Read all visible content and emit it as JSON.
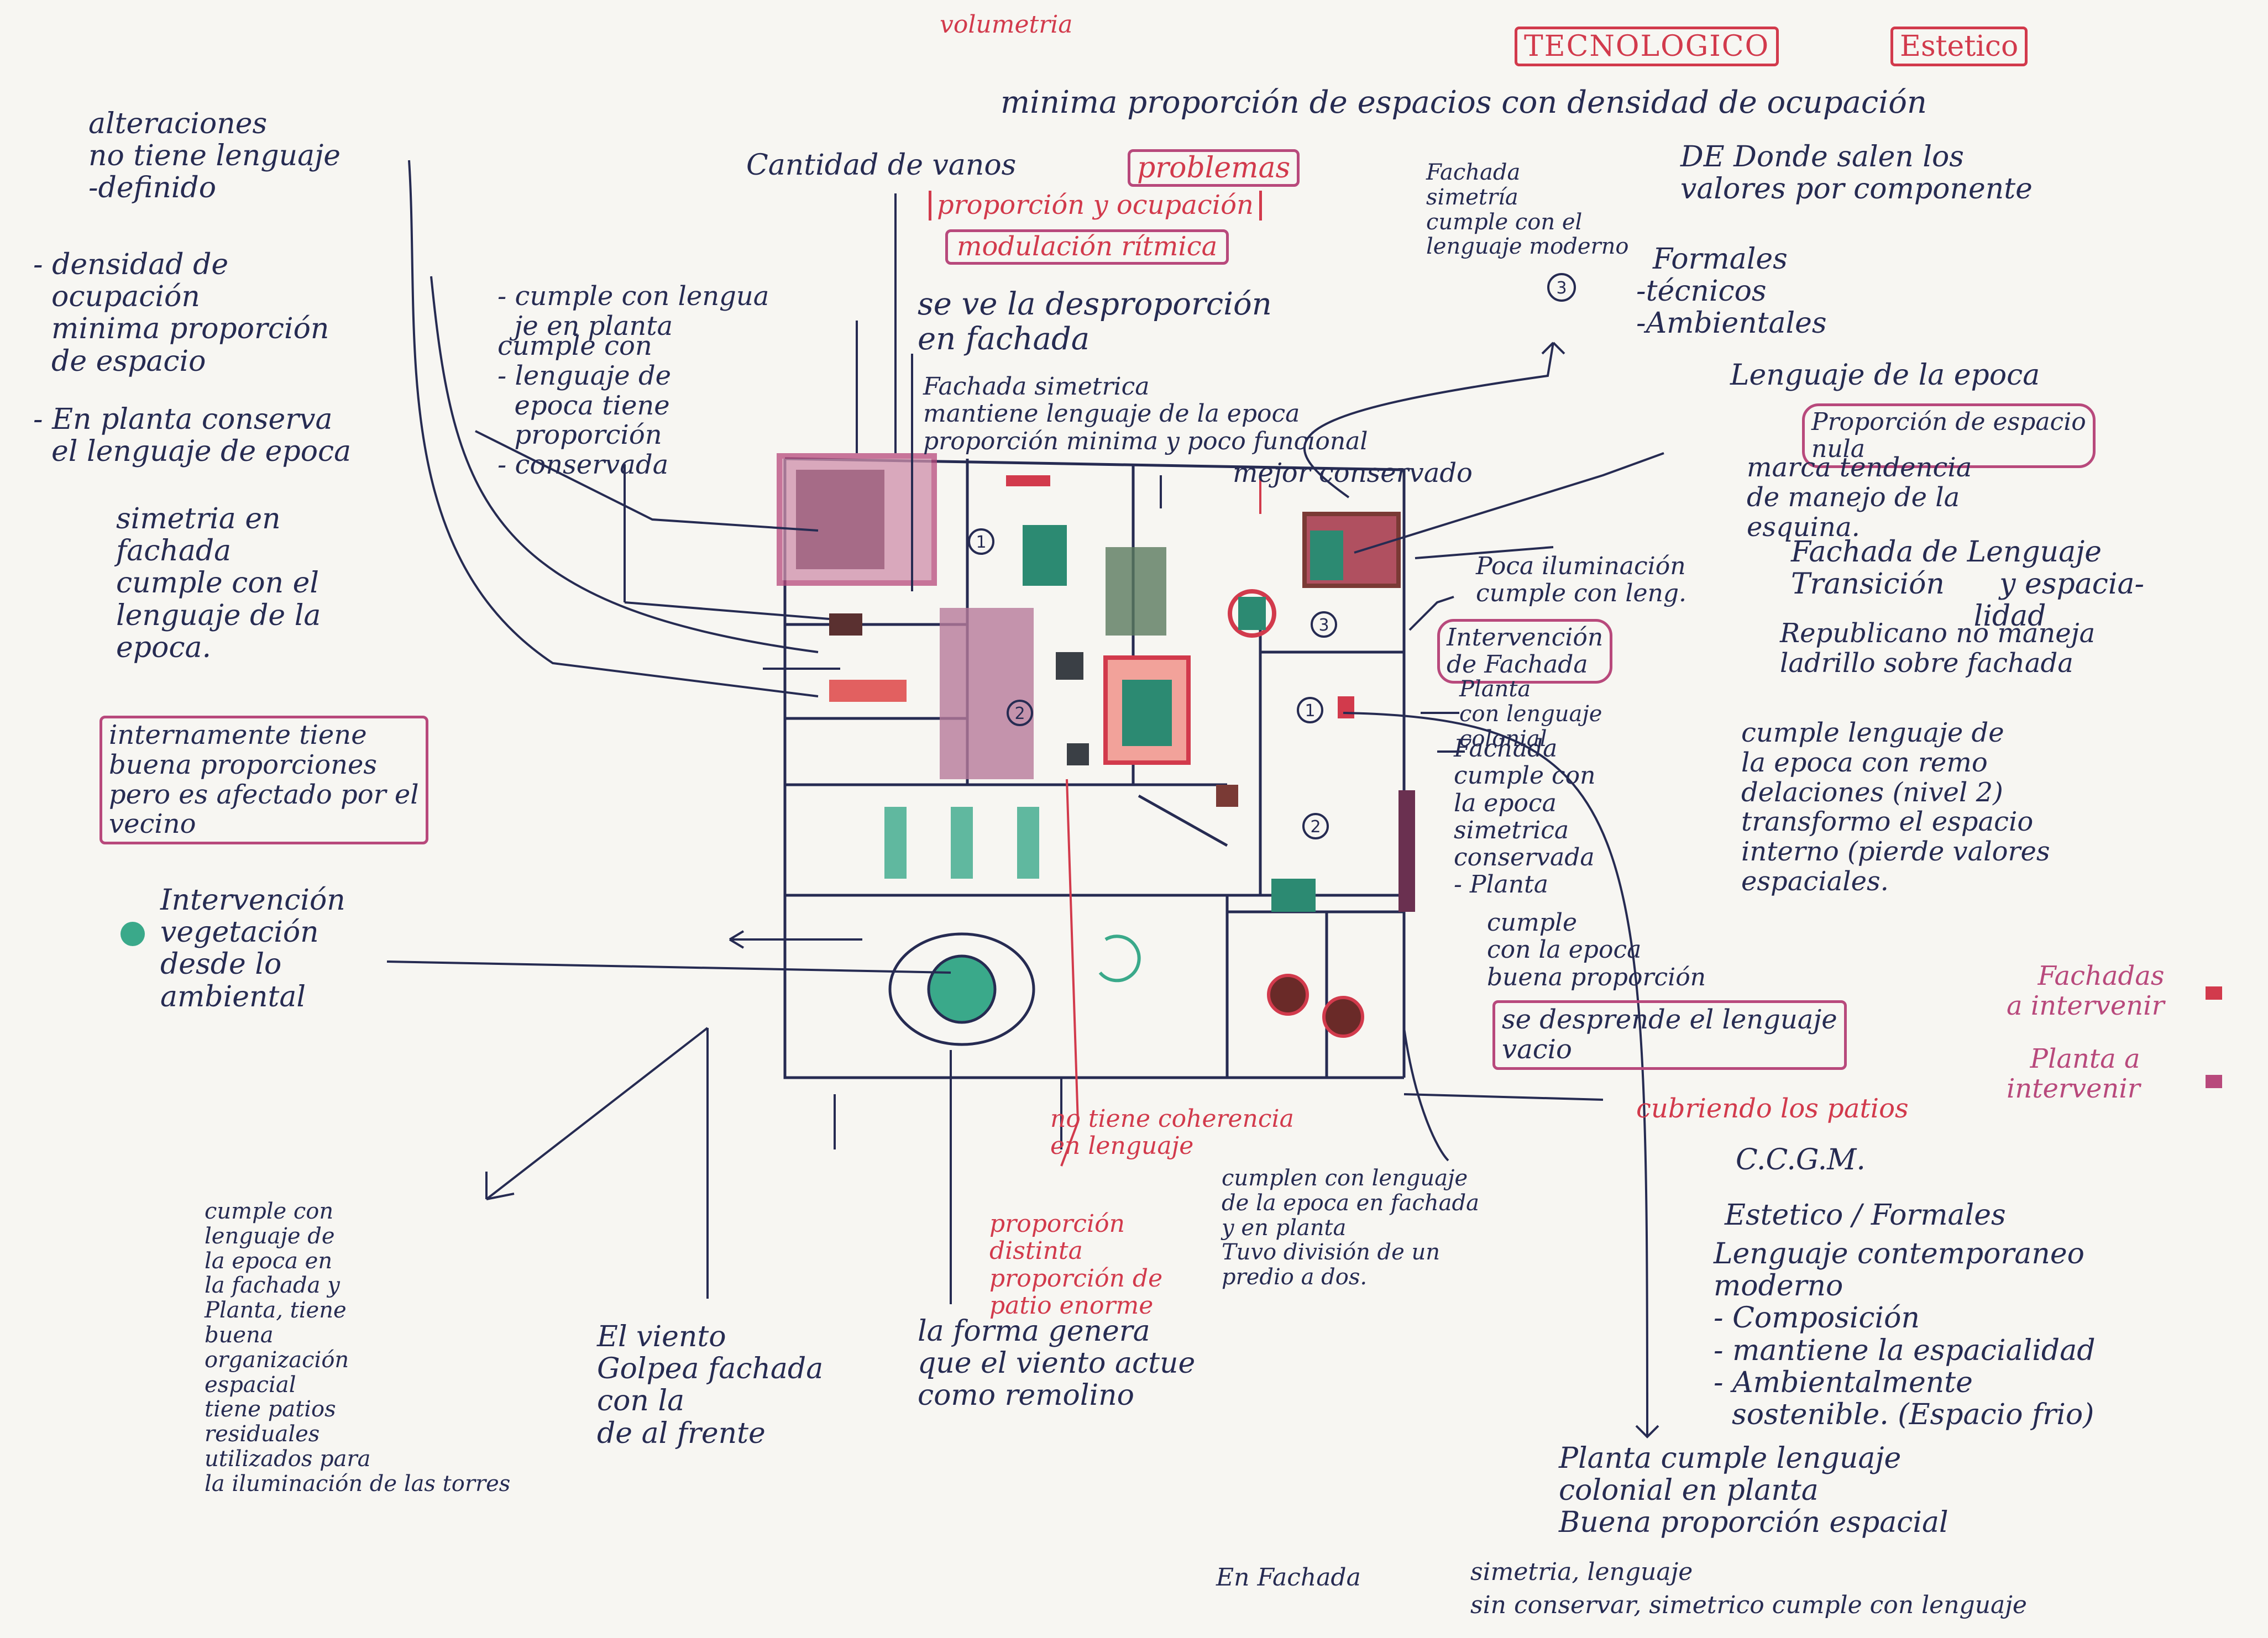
{
  "header": {
    "top_word": "volumetria",
    "tag_left": "TECNOLOGICO",
    "tag_right": "Estetico",
    "top_line": "minima proporción de espacios con densidad de ocupación",
    "values_q": "DE Donde salen los\nvalores por componente"
  },
  "categories": [
    "Formales",
    "-técnicos",
    "-Ambientales"
  ],
  "center_top": {
    "vanos": "Cantidad de vanos",
    "problemas": "problemas",
    "proporcion": "proporción y ocupación",
    "modulacion": "modulación rítmica",
    "fachada_simetria": "Fachada\nsimetría\ncumple con el\nlenguaje moderno",
    "desproporcion": "se ve la desproporción\nen fachada",
    "fachada_simetrica": "Fachada simetrica\nmantiene lenguaje de la epoca\nproporción minima y poco funcional",
    "mejor": "mejor conservado",
    "cumple_planta": "- cumple con lengua\n  je en planta",
    "cumple_epoca": "cumple con\n- lenguaje de\n  epoca tiene\n  proporción\n- conservada"
  },
  "left_notes": {
    "alteraciones": "alteraciones\nno tiene lenguaje\n-definido",
    "densidad": "- densidad de\n  ocupación\n  minima proporción\n  de espacio",
    "planta": "- En planta conserva\n  el lenguaje de epoca",
    "simetria": "simetria en\nfachada\ncumple con el\nlenguaje de la\nepoca.",
    "internamente": "internamente tiene\nbuena proporciones\npero es afectado por el\nvecino",
    "vegetacion": "Intervención\nvegetación\ndesde lo\nambiental"
  },
  "right_notes": {
    "lenguaje_epoca": "Lenguaje de la epoca",
    "proporcion_nula": "Proporción de espacio\nnula",
    "marca": "marca tendencia\nde manejo de la\nesquina.",
    "poca": "Poca iluminación\ncumple con leng.",
    "intervencion": "Intervención\nde Fachada",
    "planta_colonial": "Planta\ncon lenguaje\ncolonial",
    "fachada_transicion": "Fachada de Lenguaje\nTransición      y espacia-\n                    lidad",
    "republicano": "Republicano no maneja\nladrillo sobre fachada",
    "fachada_cumple": "Fachada\ncumple con\nla epoca\nsimetrica\nconservada\n- Planta",
    "cumple_lenguaje": "cumple lenguaje de\nla epoca con remo\ndelaciones (nivel 2)\ntransformo el espacio\ninterno (pierde valores\nespaciales.",
    "uno_cumple": "cumple\ncon la epoca\nbuena proporción",
    "desprende": "se desprende el lenguaje\nvacio",
    "cubriendo": "cubriendo los patios",
    "legend_fachadas": "Fachadas\na intervenir",
    "legend_planta": "Planta a\nintervenir"
  },
  "bottom_notes": {
    "no_tiene": "no tiene coherencia\nen lenguaje",
    "proporcion_distinta": "proporción\ndistinta\nproporción de\npatio enorme",
    "cumplen": "cumplen con lenguaje\nde la epoca en fachada\ny en planta\nTuvo división de un\npredio a dos.",
    "cumple_left": "cumple con\nlenguaje de\nla epoca en\nla fachada y\nPlanta, tiene\nbuena\norganización\nespacial\ntiene patios\nresiduales\nutilizados para\nla iluminación de las torres",
    "viento1": "El viento\nGolpea fachada\ncon la\nde al frente",
    "viento2": "la forma genera\nque el viento actue\ncomo remolino",
    "ccgm": "C.C.G.M.",
    "estetico": "Estetico / Formales",
    "contemporaneo": "Lenguaje contemporaneo\nmoderno\n- Composición\n- mantiene la espacialidad\n- Ambientalmente\n  sostenible. (Espacio frio)",
    "planta_cumple": "Planta cumple lenguaje\ncolonial en planta\nBuena proporción espacial",
    "en_fachada": "En Fachada",
    "simetria_lenguaje": "simetria, lenguaje",
    "sin_conservar": "sin conservar, simetrico cumple con lenguaje"
  },
  "markers": [
    "1",
    "2",
    "3"
  ],
  "colors": {
    "ink": "#262b52",
    "red": "#d23a4c",
    "pink": "#b8497c",
    "green": "#3aa98a",
    "brown": "#7a3a35"
  }
}
